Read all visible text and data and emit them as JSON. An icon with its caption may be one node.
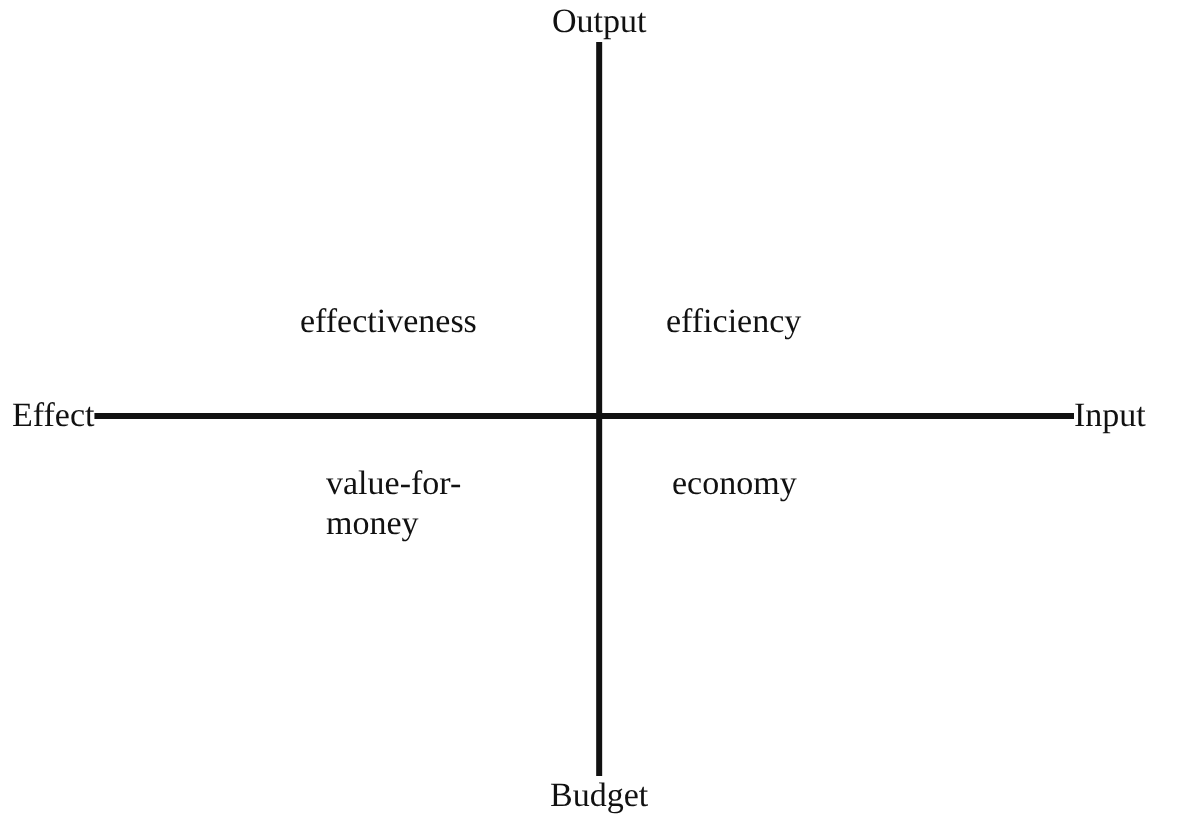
{
  "diagram": {
    "nodes": [
      {
        "text": [
          "Output"
        ]
      },
      {
        "text": [
          "Effect"
        ]
      },
      {
        "text": [
          "Input"
        ]
      },
      {
        "text": [
          "Budget"
        ]
      }
    ],
    "edges": [
      {
        "from": 0,
        "to": 3,
        "arrow": "none"
      },
      {
        "from": 1,
        "to": 2,
        "arrow": "none"
      }
    ],
    "labels": [
      "effectiveness",
      "efficiency",
      "value-for-money",
      "economy"
    ]
  }
}
